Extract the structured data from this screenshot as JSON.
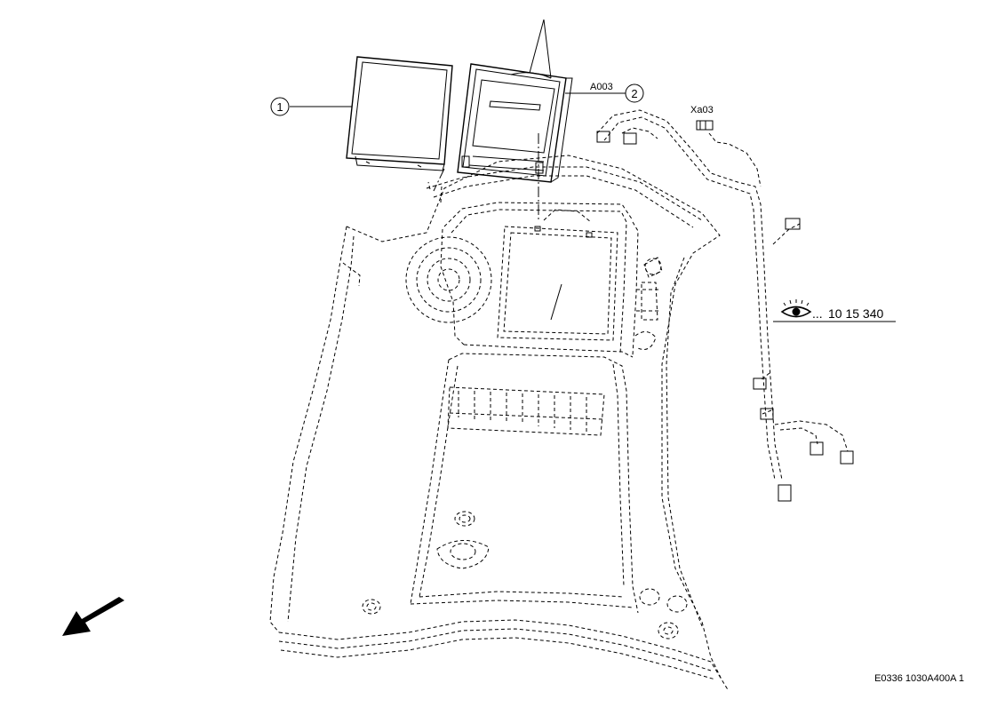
{
  "callouts": {
    "item1": "1",
    "item2": "2"
  },
  "labels": {
    "connector_a003": "A003",
    "connector_xa03": "Xa03",
    "reference_prefix": "...",
    "reference_number": "10 15 340"
  },
  "footer": {
    "drawing_code": "E0336 1030A400A 1"
  },
  "icons": {
    "reference": "eye-icon",
    "direction": "arrow-down-left-icon"
  }
}
